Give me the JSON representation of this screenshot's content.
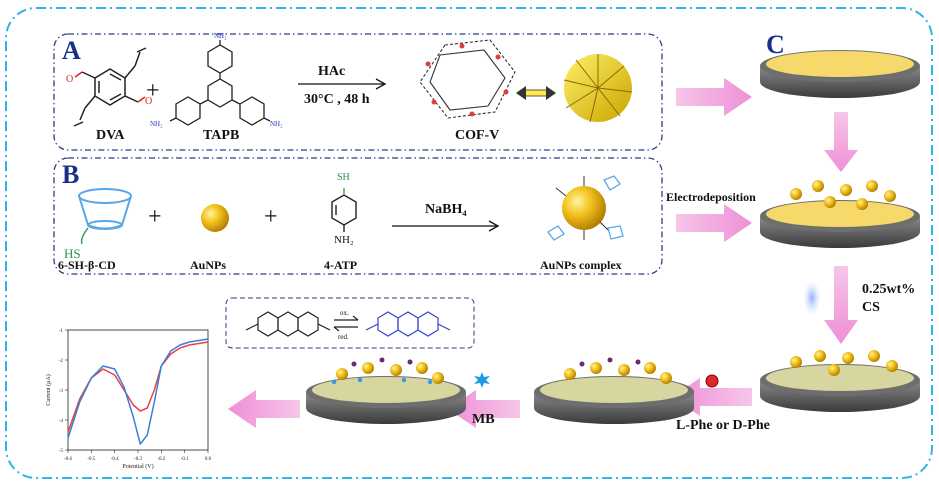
{
  "panels": {
    "a_label": "A",
    "b_label": "B",
    "c_label": "C"
  },
  "panel_a": {
    "reagent1": "DVA",
    "reagent2": "TAPB",
    "plus": "+",
    "catalyst": "HAc",
    "conditions": "30°C , 48 h",
    "product": "COF-V",
    "amine_label": "NH₂"
  },
  "panel_b": {
    "reagent1": "6-SH-β-CD",
    "reagent1_hs": "HS",
    "reagent2": "AuNPs",
    "reagent3": "4-ATP",
    "reagent3_sh": "SH",
    "reagent3_nh2": "NH₂",
    "plus": "+",
    "reductant": "NaBH₄",
    "product": "AuNPs complex"
  },
  "steps": {
    "electrodeposition": "Electrodeposition",
    "cs_label": "0.25wt%\nCS",
    "cs_line1": "0.25wt%",
    "cs_line2": "CS",
    "phe": "L-Phe or D-Phe",
    "mb": "MB"
  },
  "redox": {
    "ox": "ox.",
    "red": "red."
  },
  "chart_data": {
    "type": "line",
    "xlabel": "Potential (V)",
    "ylabel": "Current (μA)",
    "xlim": [
      -0.6,
      0.0
    ],
    "ylim": [
      -5,
      -1
    ],
    "x_ticks": [
      "-0.6",
      "-0.5",
      "-0.4",
      "-0.3",
      "-0.2",
      "-0.1",
      "0.0"
    ],
    "y_ticks": [
      "-1",
      "-2",
      "-3",
      "-4",
      "-5"
    ],
    "series": [
      {
        "color": "#e8424a",
        "x": [
          -0.6,
          -0.55,
          -0.5,
          -0.45,
          -0.4,
          -0.36,
          -0.32,
          -0.29,
          -0.26,
          -0.23,
          -0.2,
          -0.16,
          -0.12,
          -0.08,
          -0.04,
          0.0
        ],
        "y": [
          -4.4,
          -3.3,
          -2.6,
          -2.3,
          -2.5,
          -3.0,
          -3.5,
          -3.7,
          -3.6,
          -3.0,
          -2.2,
          -1.8,
          -1.6,
          -1.5,
          -1.45,
          -1.4
        ]
      },
      {
        "color": "#3b7fd6",
        "x": [
          -0.6,
          -0.55,
          -0.5,
          -0.45,
          -0.4,
          -0.36,
          -0.32,
          -0.29,
          -0.26,
          -0.23,
          -0.2,
          -0.16,
          -0.12,
          -0.08,
          -0.04,
          0.0
        ],
        "y": [
          -4.6,
          -3.4,
          -2.6,
          -2.2,
          -2.3,
          -2.9,
          -3.9,
          -4.8,
          -4.5,
          -3.4,
          -2.2,
          -1.7,
          -1.5,
          -1.4,
          -1.35,
          -1.3
        ]
      }
    ]
  }
}
